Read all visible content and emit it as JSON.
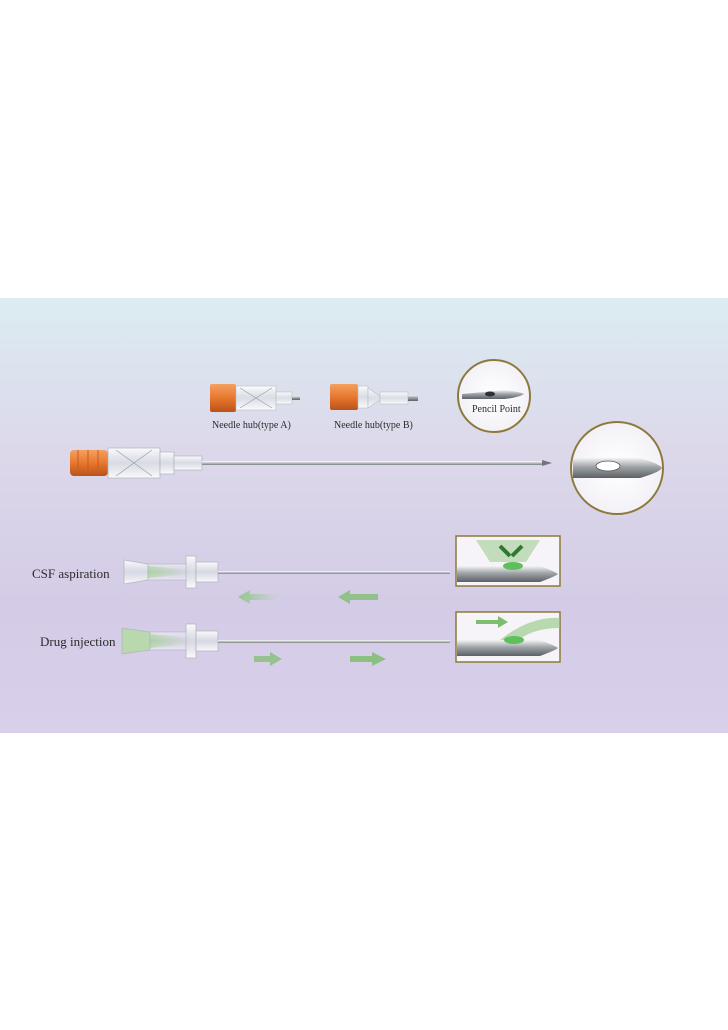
{
  "labels": {
    "hub_a": "Needle hub(type A)",
    "hub_b": "Needle hub(type B)",
    "pencil_point": "Pencil Point",
    "csf_aspiration": "CSF aspiration",
    "drug_injection": "Drug injection"
  },
  "colors": {
    "hub_orange": "#e8772e",
    "arrow_green": "#6fae63",
    "ring_gold": "#8c7a3c",
    "steel": "#8f949a"
  }
}
